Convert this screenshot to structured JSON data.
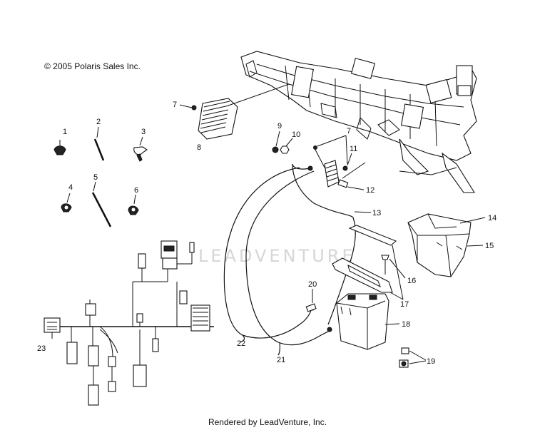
{
  "copyright": "© 2005 Polaris Sales Inc.",
  "footer": "Rendered by LeadVenture, Inc.",
  "watermark": "LEADVENTURE",
  "callouts": [
    {
      "id": "c1",
      "label": "1"
    },
    {
      "id": "c2",
      "label": "2"
    },
    {
      "id": "c3",
      "label": "3"
    },
    {
      "id": "c4",
      "label": "4"
    },
    {
      "id": "c5",
      "label": "5"
    },
    {
      "id": "c6",
      "label": "6"
    },
    {
      "id": "c7a",
      "label": "7"
    },
    {
      "id": "c7b",
      "label": "7"
    },
    {
      "id": "c8",
      "label": "8"
    },
    {
      "id": "c9",
      "label": "9"
    },
    {
      "id": "c10",
      "label": "10"
    },
    {
      "id": "c11",
      "label": "11"
    },
    {
      "id": "c12",
      "label": "12"
    },
    {
      "id": "c13",
      "label": "13"
    },
    {
      "id": "c14",
      "label": "14"
    },
    {
      "id": "c15",
      "label": "15"
    },
    {
      "id": "c16",
      "label": "16"
    },
    {
      "id": "c17",
      "label": "17"
    },
    {
      "id": "c18",
      "label": "18"
    },
    {
      "id": "c19",
      "label": "19"
    },
    {
      "id": "c20",
      "label": "20"
    },
    {
      "id": "c21",
      "label": "21"
    },
    {
      "id": "c22",
      "label": "22"
    },
    {
      "id": "c23",
      "label": "23"
    }
  ]
}
